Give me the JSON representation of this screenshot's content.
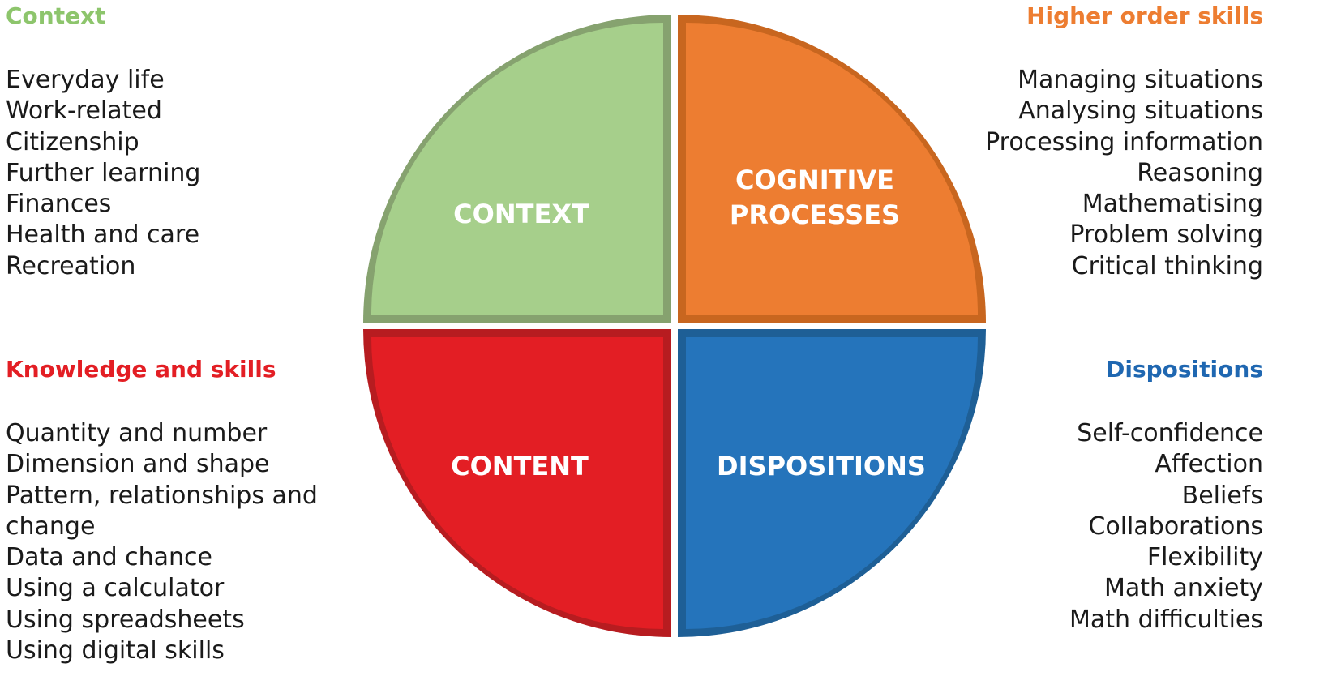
{
  "panels": {
    "top_left": {
      "heading": "Context",
      "color": "#8dc56c",
      "items": [
        "Everyday life",
        "Work-related",
        "Citizenship",
        "Further learning",
        "Finances",
        "Health and care",
        "Recreation"
      ]
    },
    "top_right": {
      "heading": "Higher order skills",
      "color": "#ed7d31",
      "items": [
        "Managing situations",
        "Analysing situations",
        "Processing information",
        "Reasoning",
        "Mathematising",
        "Problem solving",
        "Critical thinking"
      ]
    },
    "bottom_left": {
      "heading": "Knowledge and skills",
      "color": "#e31e24",
      "items": [
        "Quantity and number",
        "Dimension and shape",
        "Pattern, relationships and change",
        "Data and chance",
        "Using a calculator",
        "Using spreadsheets",
        "Using digital skills"
      ]
    },
    "bottom_right": {
      "heading": "Dispositions",
      "color": "#1f67b1",
      "items": [
        "Self-confidence",
        "Affection",
        "Beliefs",
        "Collaborations",
        "Flexibility",
        "Math anxiety",
        "Math difficulties"
      ]
    }
  },
  "quadrants": {
    "context": {
      "label": "CONTEXT",
      "fill": "#a6cf8b",
      "stroke": "#86a26f"
    },
    "cognitive": {
      "label_line1": "COGNITIVE",
      "label_line2": "PROCESSES",
      "fill": "#ed7d31",
      "stroke": "#c8661f"
    },
    "content": {
      "label": "CONTENT",
      "fill": "#e31e24",
      "stroke": "#b71c20"
    },
    "dispositions": {
      "label": "DISPOSITIONS",
      "fill": "#2574bb",
      "stroke": "#1e5f96"
    }
  }
}
